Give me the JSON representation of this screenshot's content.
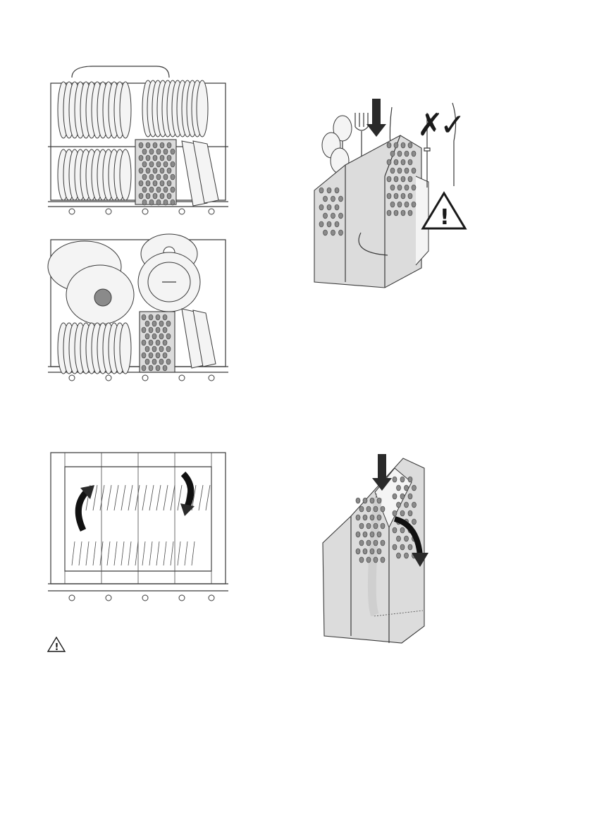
{
  "figures": {
    "upper_rack_loaded": {
      "icon": "dishwasher-upper-rack-with-plates"
    },
    "lower_rack_loaded": {
      "icon": "dishwasher-lower-rack-with-pots"
    },
    "cutlery_loading": {
      "icon": "cutlery-basket-loading",
      "wrong_mark": "✗",
      "right_mark": "✓",
      "warning_glyph": "!"
    },
    "rack_folding": {
      "icon": "rack-fold-down-tines"
    },
    "basket_handle": {
      "icon": "cutlery-basket-handle-fold"
    },
    "warning_note": {
      "glyph": "!"
    }
  },
  "colors": {
    "line": "#3a3a3a",
    "basket_fill": "#dcdcdc",
    "hole_fill": "#8a8a8a",
    "arrow": "#2a2a2a",
    "knob": "#8a8a8a"
  }
}
